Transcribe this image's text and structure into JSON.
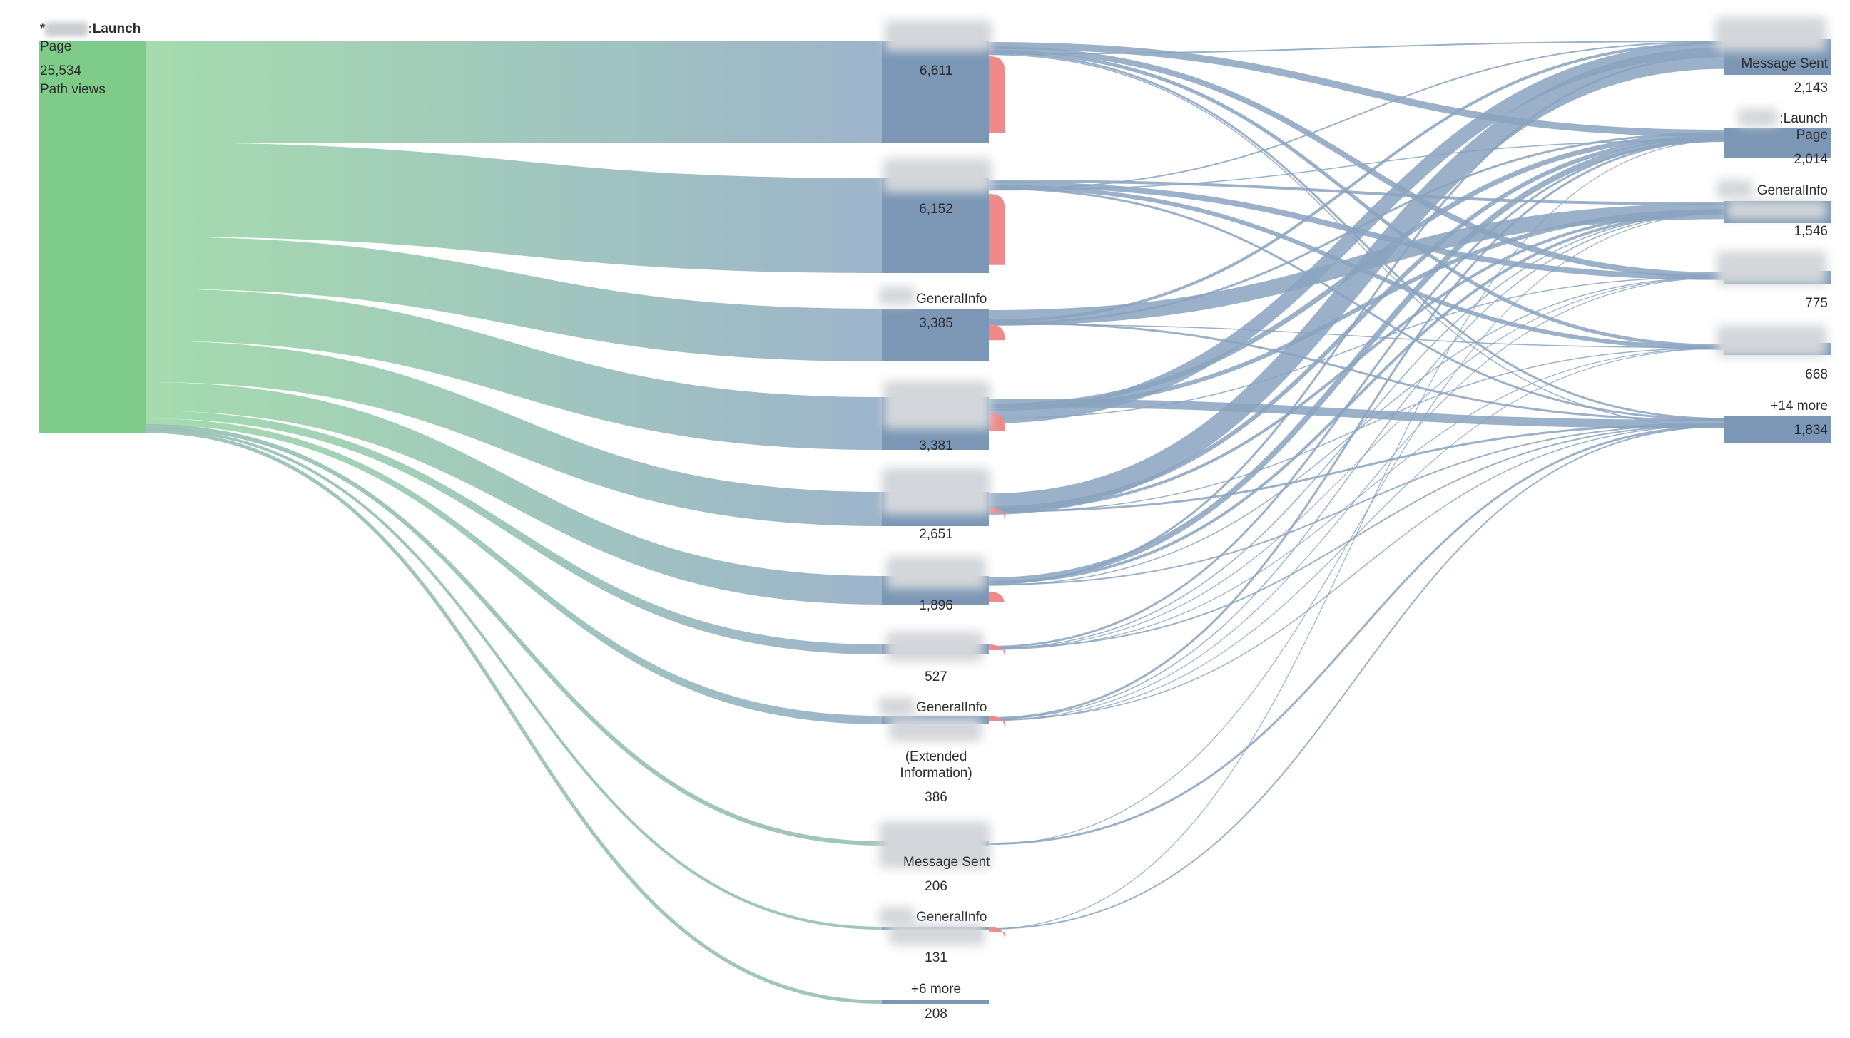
{
  "root": {
    "label_prefix": "*",
    "label_suffix": ":Launch",
    "label_line2": "Page",
    "count": "25,534",
    "caption": "Path views"
  },
  "steps": [
    {
      "id": "s1",
      "name": "",
      "count": "6,611",
      "value": 6611,
      "exit": 0.75
    },
    {
      "id": "s2",
      "name": "",
      "count": "6,152",
      "value": 6152,
      "exit": 0.75
    },
    {
      "id": "s3",
      "name": "GeneralInfo",
      "count": "3,385",
      "value": 3385,
      "exit": 0.3
    },
    {
      "id": "s4",
      "name": "",
      "count": "3,381",
      "value": 3381,
      "exit": 0.35
    },
    {
      "id": "s5",
      "name": "",
      "count": "2,651",
      "value": 2651,
      "exit": 0.1
    },
    {
      "id": "s6",
      "name": "",
      "count": "1,896",
      "value": 1896,
      "exit": 0.35
    },
    {
      "id": "s7",
      "name": "",
      "count": "527",
      "value": 527,
      "exit": 0.1
    },
    {
      "id": "s8",
      "name": "GeneralInfo",
      "name_extra1": "(Extended",
      "name_extra2": "Information)",
      "count": "386",
      "value": 386,
      "exit": 0.1
    },
    {
      "id": "s9",
      "name": "Message Sent",
      "count": "206",
      "value": 206,
      "exit": 0
    },
    {
      "id": "s10",
      "name": "GeneralInfo",
      "count": "131",
      "value": 131,
      "exit": 0.05
    },
    {
      "id": "s11",
      "name": "+6 more",
      "count": "208",
      "value": 208,
      "exit": 0
    }
  ],
  "next_steps": [
    {
      "id": "n1",
      "name": "Message Sent",
      "count": "2,143",
      "value": 2143
    },
    {
      "id": "n2",
      "name": ":Launch",
      "name_line2": "Page",
      "count": "2,014",
      "value": 2014
    },
    {
      "id": "n3",
      "name": "GeneralInfo",
      "count": "1,546",
      "value": 1546
    },
    {
      "id": "n4",
      "name": "",
      "count": "775",
      "value": 775
    },
    {
      "id": "n5",
      "name": "",
      "count": "668",
      "value": 668
    },
    {
      "id": "n6",
      "name": "+14 more",
      "count": "1,834",
      "value": 1834
    }
  ],
  "colors": {
    "root": "#7ecb8a",
    "root_flow_start": "#a5dcae",
    "node": "#7b97b5",
    "flow": "#8aa3bf",
    "exit": "#f08a8a"
  }
}
